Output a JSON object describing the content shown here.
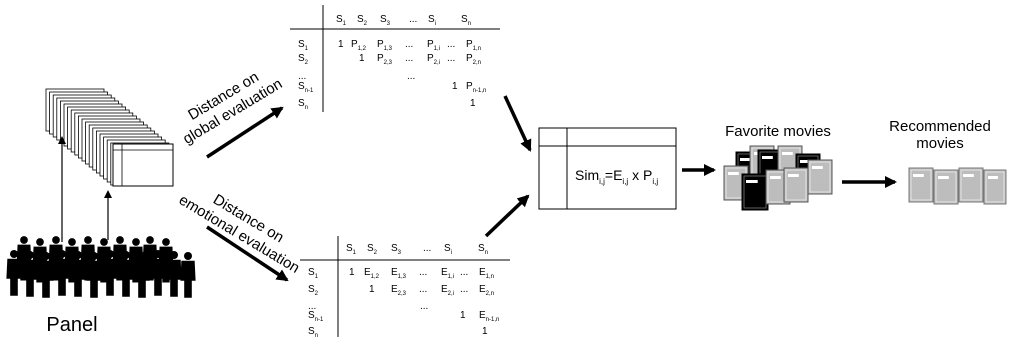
{
  "panel": {
    "label": "Panel"
  },
  "arrows": {
    "global_label_line1": "Distance on",
    "global_label_line2": "global evaluation",
    "emotional_label_line1": "Distance on",
    "emotional_label_line2": "emotional evaluation"
  },
  "global_matrix": {
    "col_headers": [
      {
        "main": "S",
        "sub": "1"
      },
      {
        "main": "S",
        "sub": "2"
      },
      {
        "main": "S",
        "sub": "3"
      },
      {
        "main": "...",
        "sub": ""
      },
      {
        "main": "S",
        "sub": "i"
      },
      {
        "main": "S",
        "sub": "n"
      }
    ],
    "row_headers": [
      {
        "main": "S",
        "sub": "1"
      },
      {
        "main": "S",
        "sub": "2"
      },
      {
        "main": "...",
        "sub": ""
      },
      {
        "main": "S",
        "sub": "n-1"
      },
      {
        "main": "S",
        "sub": "n"
      }
    ],
    "rows": [
      [
        {
          "main": "1",
          "sub": ""
        },
        {
          "main": "P",
          "sub": "1,2"
        },
        {
          "main": "P",
          "sub": "1,3"
        },
        {
          "main": "...",
          "sub": ""
        },
        {
          "main": "P",
          "sub": "1,i"
        },
        {
          "main": "...",
          "sub": ""
        },
        {
          "main": "P",
          "sub": "1,n"
        }
      ],
      [
        {
          "main": "1",
          "sub": ""
        },
        {
          "main": "P",
          "sub": "2,3"
        },
        {
          "main": "...",
          "sub": ""
        },
        {
          "main": "P",
          "sub": "2,i"
        },
        {
          "main": "...",
          "sub": ""
        },
        {
          "main": "P",
          "sub": "2,n"
        }
      ],
      [
        {
          "main": "...",
          "sub": ""
        }
      ],
      [
        {
          "main": "1",
          "sub": ""
        },
        {
          "main": "P",
          "sub": "n-1,n"
        }
      ],
      [
        {
          "main": "1",
          "sub": ""
        }
      ]
    ]
  },
  "emotional_matrix": {
    "col_headers": [
      {
        "main": "S",
        "sub": "1"
      },
      {
        "main": "S",
        "sub": "2"
      },
      {
        "main": "S",
        "sub": "3"
      },
      {
        "main": "...",
        "sub": ""
      },
      {
        "main": "S",
        "sub": "i"
      },
      {
        "main": "S",
        "sub": "n"
      }
    ],
    "row_headers": [
      {
        "main": "S",
        "sub": "1"
      },
      {
        "main": "S",
        "sub": "2"
      },
      {
        "main": "...",
        "sub": ""
      },
      {
        "main": "S",
        "sub": "n-1"
      },
      {
        "main": "S",
        "sub": "n"
      }
    ],
    "rows": [
      [
        {
          "main": "1",
          "sub": ""
        },
        {
          "main": "E",
          "sub": "1,2"
        },
        {
          "main": "E",
          "sub": "1,3"
        },
        {
          "main": "...",
          "sub": ""
        },
        {
          "main": "E",
          "sub": "1,i"
        },
        {
          "main": "...",
          "sub": ""
        },
        {
          "main": "E",
          "sub": "1,n"
        }
      ],
      [
        {
          "main": "1",
          "sub": ""
        },
        {
          "main": "E",
          "sub": "2,3"
        },
        {
          "main": "...",
          "sub": ""
        },
        {
          "main": "E",
          "sub": "2,i"
        },
        {
          "main": "...",
          "sub": ""
        },
        {
          "main": "E",
          "sub": "2,n"
        }
      ],
      [
        {
          "main": "...",
          "sub": ""
        }
      ],
      [
        {
          "main": "1",
          "sub": ""
        },
        {
          "main": "E",
          "sub": "n-1,n"
        }
      ],
      [
        {
          "main": "1",
          "sub": ""
        }
      ]
    ]
  },
  "similarity": {
    "sim": "Sim",
    "sim_sub": "i,j",
    "eq": "=E",
    "e_sub": "i,j",
    "times": " x P",
    "p_sub": "i,j"
  },
  "favorites": {
    "label": "Favorite movies"
  },
  "recommended": {
    "label_line1": "Recommended",
    "label_line2": "movies"
  }
}
